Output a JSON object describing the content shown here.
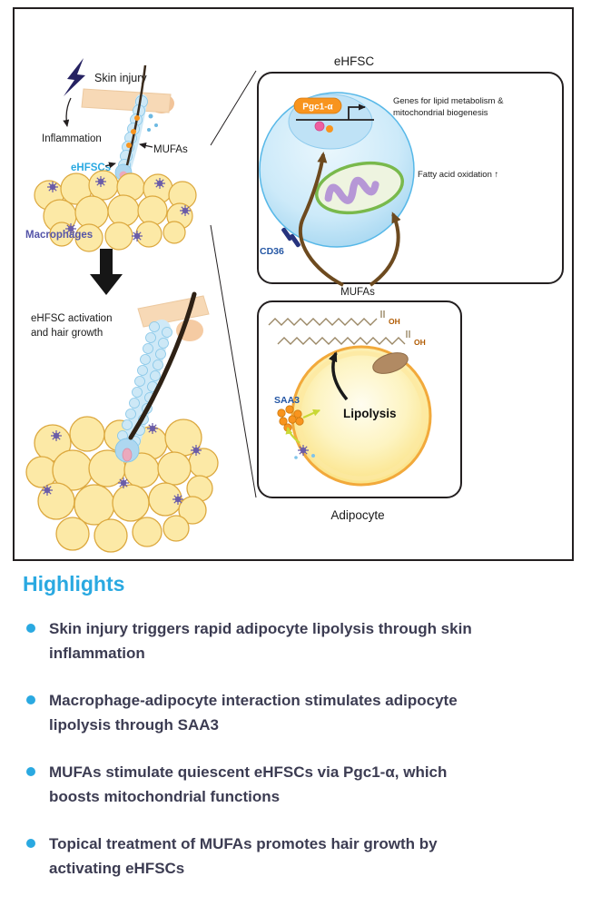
{
  "figure": {
    "skin_injury": "Skin injury",
    "inflammation": "Inflammation",
    "ehfscs": "eHFSCs",
    "mufas_left": "MUFAs",
    "macrophages": "Macrophages",
    "activation_line1": "eHFSC activation",
    "activation_line2": "and hair growth",
    "ehfsc_panel_title": "eHFSC",
    "pgc1a": "Pgc1-α",
    "genes_line1": "Genes for lipid metabolism &",
    "genes_line2": "mitochondrial biogenesis",
    "fatty_acid_oxidation": "Fatty acid oxidation ↑",
    "cd36": "CD36",
    "mufas_center": "MUFAs",
    "oh_label_1": "OH",
    "oh_label_2": "OH",
    "saa3": "SAA3",
    "lipolysis": "Lipolysis",
    "adipocyte_panel_title": "Adipocyte"
  },
  "highlights": {
    "heading": "Highlights",
    "items": [
      {
        "line1": "Skin injury triggers rapid adipocyte lipolysis through skin",
        "line2": "inflammation"
      },
      {
        "line1": "Macrophage-adipocyte interaction stimulates adipocyte",
        "line2": "lipolysis through SAA3"
      },
      {
        "line1": "MUFAs stimulate quiescent eHFSCs via Pgc1-α, which",
        "line2": "boosts mitochondrial functions"
      },
      {
        "line1": "Topical treatment of MUFAs promotes hair growth by",
        "line2": "activating eHFSCs"
      }
    ]
  },
  "colors": {
    "accent_blue": "#2aa9e1",
    "highlight_text": "#3c3c52",
    "label_blue": "#2456a4",
    "macrophage_purple": "#6a5ca8",
    "orange": "#f8941e",
    "brown_arrow": "#6d4a1f",
    "fat_yellow": "#fce9a6",
    "cell_blue": "#cdeaf9"
  }
}
